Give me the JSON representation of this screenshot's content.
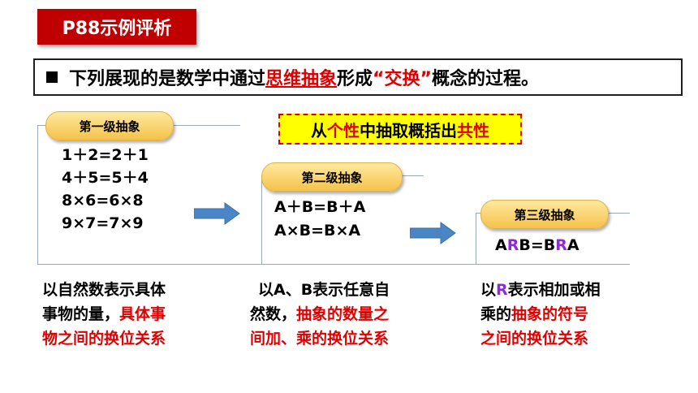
{
  "title": "P88示例评析",
  "intro": {
    "pre": "下列展现的是数学中通过",
    "hl1": "思维抽象",
    "mid": "形成",
    "hl2": "“交换”",
    "post": "概念的过程。"
  },
  "highlight": {
    "a": "从",
    "b": "个性",
    "c": "中抽取概括出",
    "d": "共性"
  },
  "level1": {
    "label": "第一级抽象",
    "equations": [
      "1＋2=2＋1",
      "4＋5=5＋4",
      "8×6=6×8",
      "9×7=7×9"
    ]
  },
  "level2": {
    "label": "第二级抽象",
    "equations": [
      "A＋B=B＋A",
      "A×B=B×A"
    ]
  },
  "level3": {
    "label": "第三级抽象",
    "eq": {
      "a": "A",
      "r1": "R",
      "b": "B=B",
      "r2": "R",
      "c": "A"
    }
  },
  "desc1": {
    "line1": "以自然数表示具体",
    "line2a": "事物的量，",
    "line2b": "具体事",
    "line3": "物之间的换位关系"
  },
  "desc2": {
    "line1": "以A、B表示任意自",
    "line2a": "然数，",
    "line2b": "抽象的数量之",
    "line3": "间加、乘的换位关系"
  },
  "desc3": {
    "line1a": "以",
    "line1r": "R",
    "line1b": "表示相加或相",
    "line2a": "乘的",
    "line2b": "抽象的符号",
    "line3": "之间的换位关系"
  },
  "colors": {
    "accent_red": "#c00000",
    "text_red": "#e00000",
    "symbol_purple": "#8e2bd6",
    "highlight_yellow": "#ffff00",
    "arrow_blue": "#4a86c5"
  }
}
